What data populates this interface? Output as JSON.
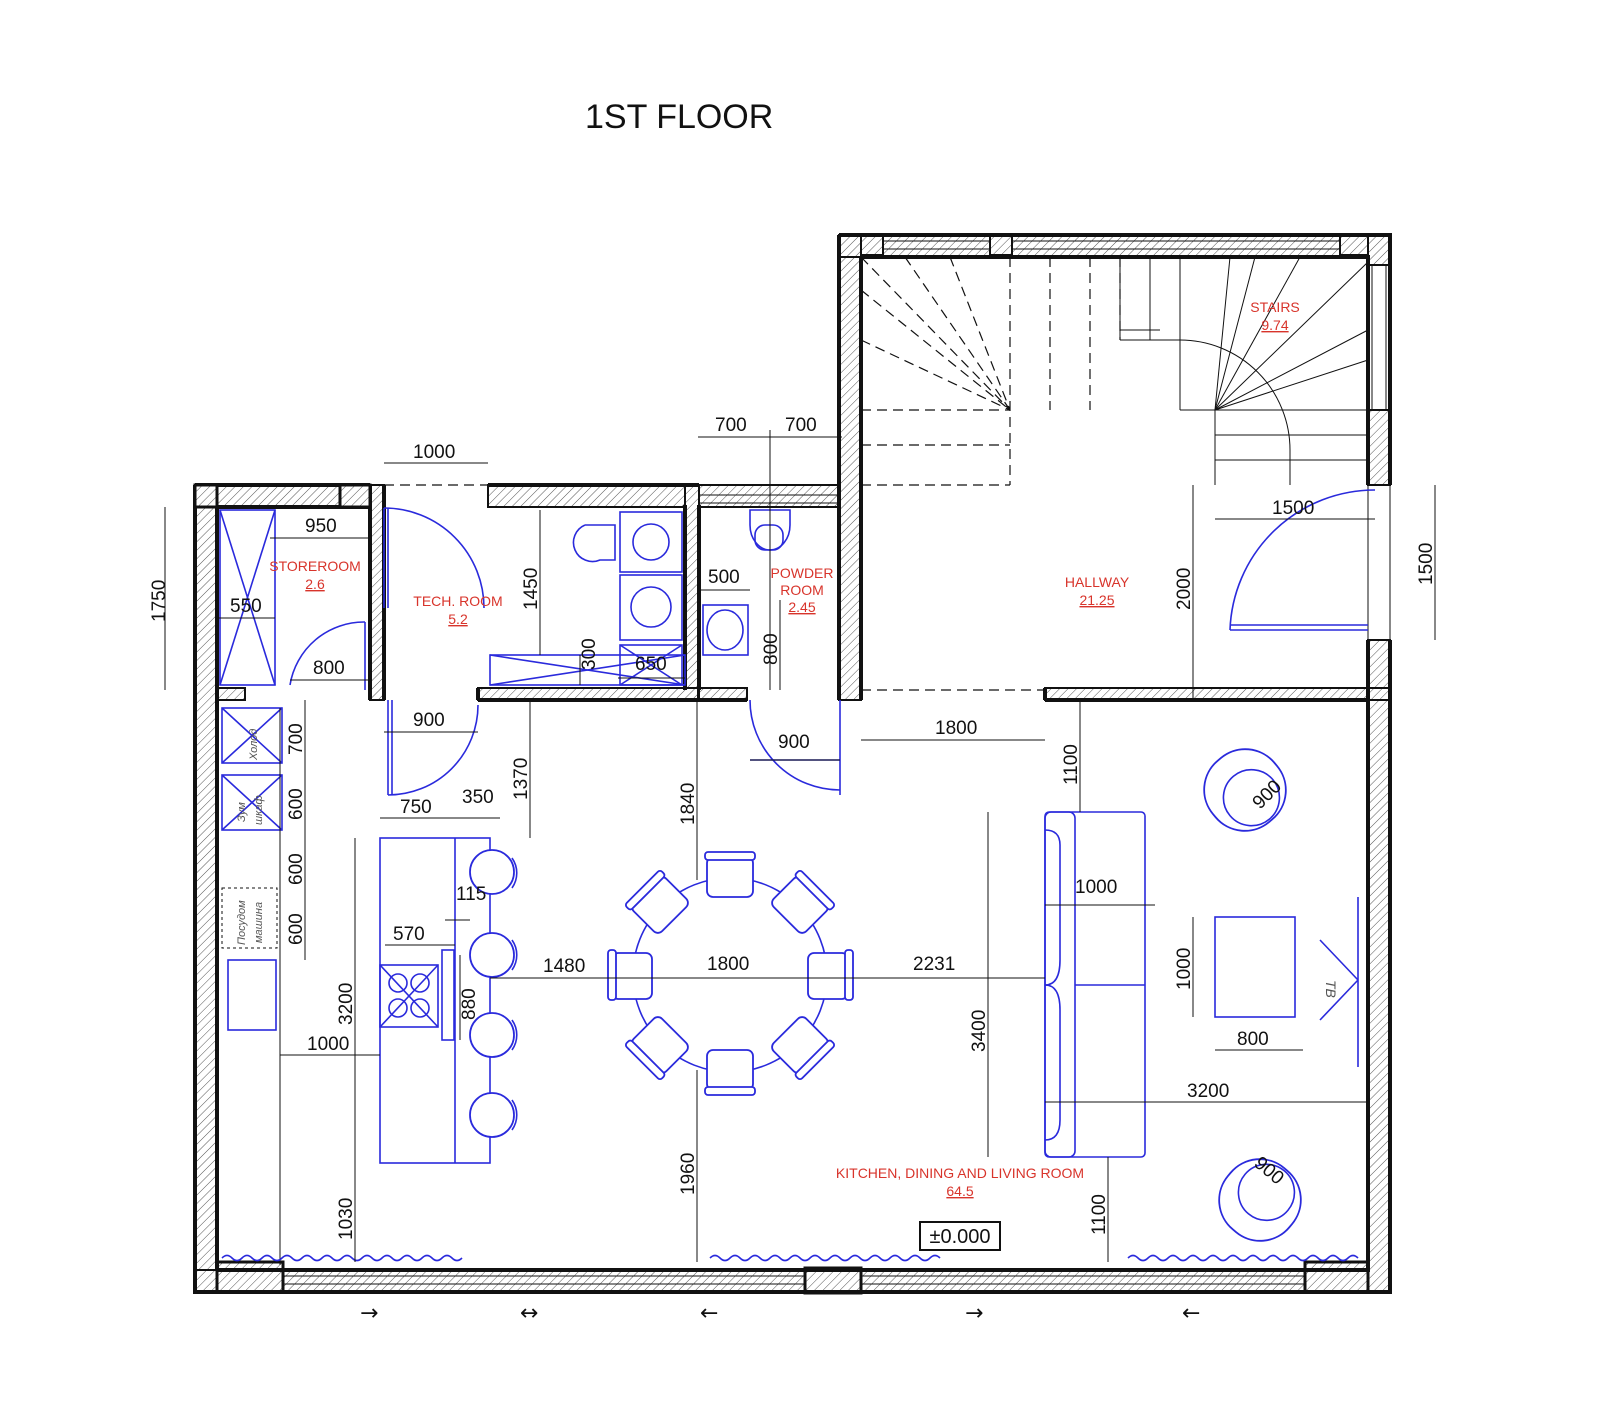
{
  "title": "1ST FLOOR",
  "rooms": {
    "storeroom": {
      "name": "STOREROOM",
      "area": "2.6"
    },
    "tech": {
      "name": "TECH. ROOM",
      "area": "5.2"
    },
    "powder": {
      "name1": "POWDER",
      "name2": "ROOM",
      "area": "2.45"
    },
    "hallway": {
      "name": "HALLWAY",
      "area": "21.25"
    },
    "stairs": {
      "name": "STAIRS",
      "area": "9.74"
    },
    "kitchen": {
      "name": "KITCHEN, DINING AND LIVING ROOM",
      "area": "64.5"
    }
  },
  "dimensions": {
    "d1000_tech": "1000",
    "d700a": "700",
    "d700b": "700",
    "d950": "950",
    "d1750": "1750",
    "d550": "550",
    "d800_store": "800",
    "d1450": "1450",
    "d300": "300",
    "d650": "650",
    "d500": "500",
    "d800_powder": "800",
    "d1500_h": "1500",
    "d1500_v": "1500",
    "d2000": "2000",
    "d900_tech": "900",
    "d900_powder": "900",
    "d1800_open": "1800",
    "d1370": "1370",
    "d1840": "1840",
    "d1100_top": "1100",
    "d700_k": "700",
    "d600_a": "600",
    "d600_b": "600",
    "d600_c": "600",
    "d750": "750",
    "d350": "350",
    "d115": "115",
    "d570": "570",
    "d880": "880",
    "d3200_k": "3200",
    "d1000_k": "1000",
    "d1030": "1030",
    "d1480": "1480",
    "d1800_table": "1800",
    "d2231": "2231",
    "d1960": "1960",
    "d3400": "3400",
    "d1000_sofa": "1000",
    "d1000_tbl_v": "1000",
    "d800_tbl": "800",
    "d3200_living": "3200",
    "d900_chair_a": "900",
    "d900_chair_b": "900",
    "d1100_bottom": "1100"
  },
  "labels": {
    "tv": "ТВ",
    "fridge": "Холод",
    "wardrobe1": "Зум",
    "wardrobe2": "шкаф",
    "dishwasher1": "Посудом",
    "dishwasher2": "машина"
  },
  "level": "±0.000",
  "window_arrows": [
    "→",
    "↔",
    "←",
    "→",
    "←"
  ]
}
